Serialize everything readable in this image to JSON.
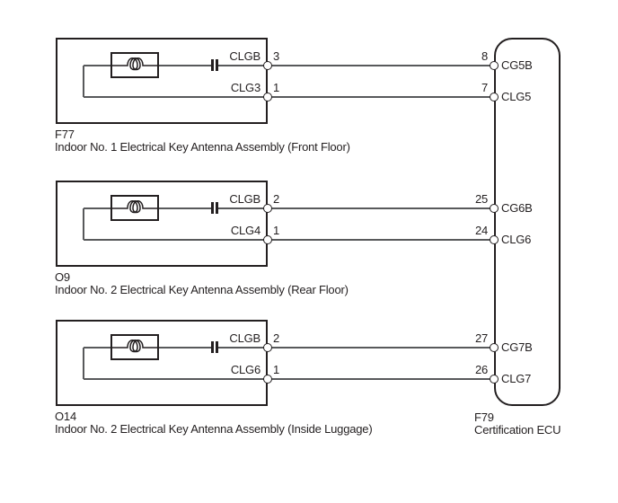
{
  "diagram": {
    "colors": {
      "line": "#231f20",
      "wire": "#58595b",
      "background": "#ffffff"
    },
    "blocks": [
      {
        "id": "F77",
        "name": "Indoor No. 1 Electrical Key Antenna Assembly (Front Floor)",
        "pins": [
          {
            "label": "CLGB",
            "number": "3"
          },
          {
            "label": "CLG3",
            "number": "1"
          }
        ]
      },
      {
        "id": "O9",
        "name": "Indoor No. 2 Electrical Key Antenna Assembly (Rear Floor)",
        "pins": [
          {
            "label": "CLGB",
            "number": "2"
          },
          {
            "label": "CLG4",
            "number": "1"
          }
        ]
      },
      {
        "id": "O14",
        "name": "Indoor No. 2 Electrical Key Antenna Assembly (Inside Luggage)",
        "pins": [
          {
            "label": "CLGB",
            "number": "2"
          },
          {
            "label": "CLG6",
            "number": "1"
          }
        ]
      }
    ],
    "ecu": {
      "id": "F79",
      "name": "Certification ECU",
      "pins": [
        {
          "number": "8",
          "label": "CG5B"
        },
        {
          "number": "7",
          "label": "CLG5"
        },
        {
          "number": "25",
          "label": "CG6B"
        },
        {
          "number": "24",
          "label": "CLG6"
        },
        {
          "number": "27",
          "label": "CG7B"
        },
        {
          "number": "26",
          "label": "CLG7"
        }
      ]
    }
  }
}
